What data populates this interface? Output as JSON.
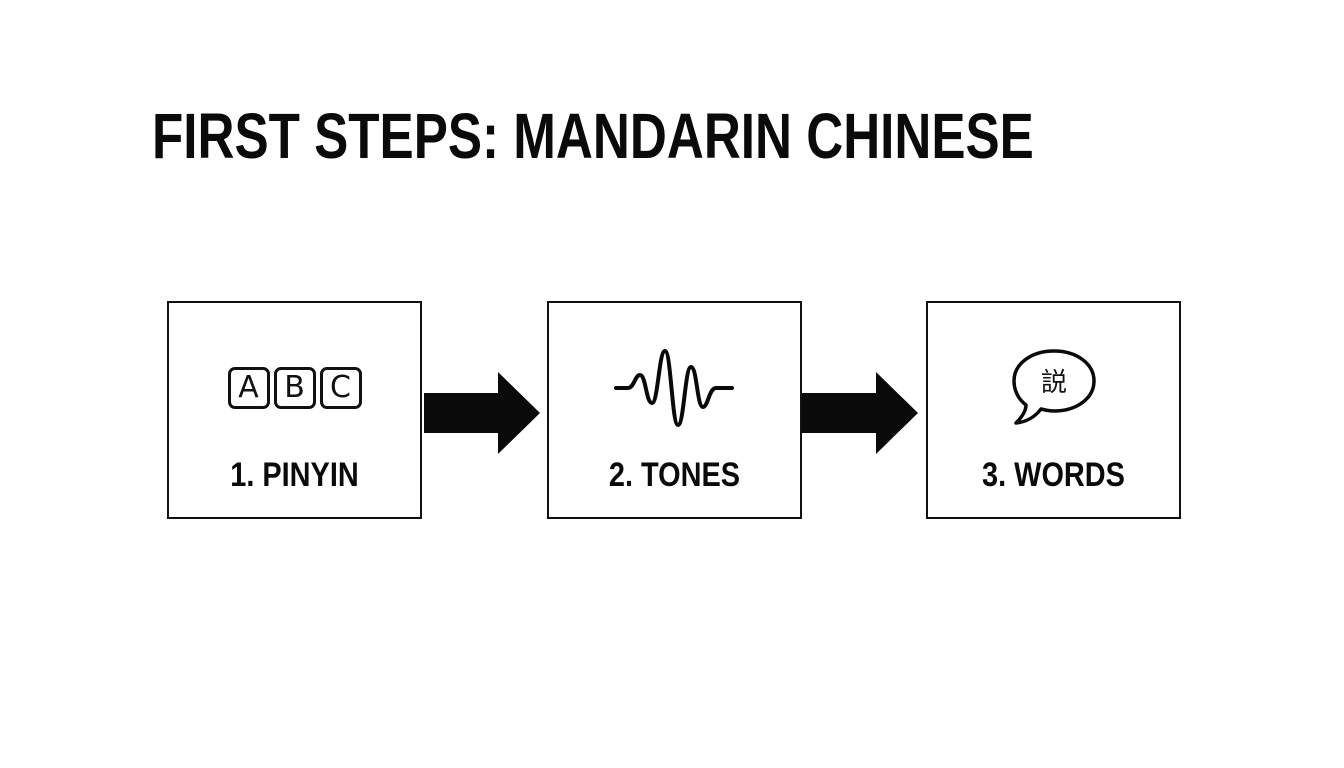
{
  "title": "FIRST STEPS: MANDARIN CHINESE",
  "colors": {
    "background": "#ffffff",
    "ink": "#0a0a0a"
  },
  "steps": [
    {
      "label": "1. PINYIN",
      "icon": "abc-letter-keys-icon",
      "icon_letters": [
        "A",
        "B",
        "C"
      ]
    },
    {
      "label": "2. TONES",
      "icon": "sound-wave-icon"
    },
    {
      "label": "3. WORDS",
      "icon": "speech-bubble-icon",
      "icon_character": "説"
    }
  ],
  "connectors": [
    {
      "from": "1. PINYIN",
      "to": "2. TONES",
      "icon": "right-arrow-icon"
    },
    {
      "from": "2. TONES",
      "to": "3. WORDS",
      "icon": "right-arrow-icon"
    }
  ]
}
